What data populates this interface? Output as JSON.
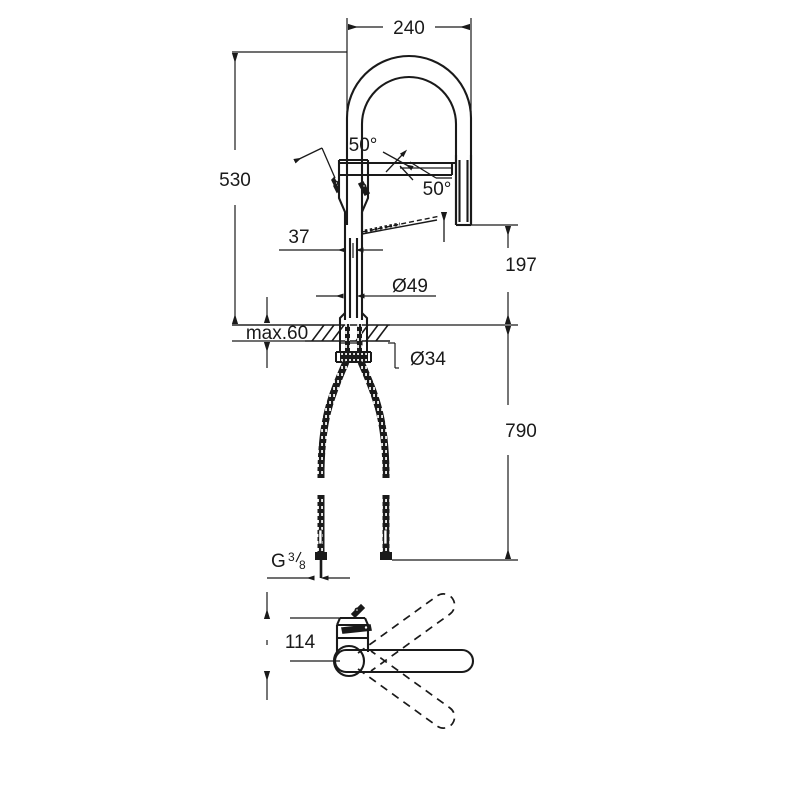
{
  "drawing": {
    "type": "technical-dimension-drawing",
    "subject": "single-lever kitchen mixer tap with professional spray spout",
    "units": "mm",
    "background_color": "#ffffff",
    "line_color": "#1a1a1a"
  },
  "dimensions": {
    "spout_reach": "240",
    "overall_height": "530",
    "handle_offset": "37",
    "column_diameter": "Ø49",
    "shank_diameter": "Ø34",
    "counter_thickness": "max.60",
    "spout_height": "197",
    "hose_length": "790",
    "thread_size_letter": "G",
    "thread_numerator": "3",
    "thread_denominator": "8",
    "plan_offset": "114",
    "handle_angle_upper": "50°",
    "handle_angle_lower": "50°"
  },
  "views": {
    "elevation": {
      "name": "front elevation",
      "features": [
        "arched C-shape spout",
        "tapered spout neck",
        "single lever handle",
        "cylindrical column body",
        "counter mounting with hatched worktop",
        "threaded shank and nut",
        "two braided flexible supply hoses with break lines",
        "G 3/8 connector tails"
      ]
    },
    "plan": {
      "name": "top plan view",
      "features": [
        "solid spout at 0°",
        "dashed spout swivel position upper",
        "dashed spout swivel position lower",
        "circular pivot base",
        "lever handle detail"
      ]
    }
  }
}
